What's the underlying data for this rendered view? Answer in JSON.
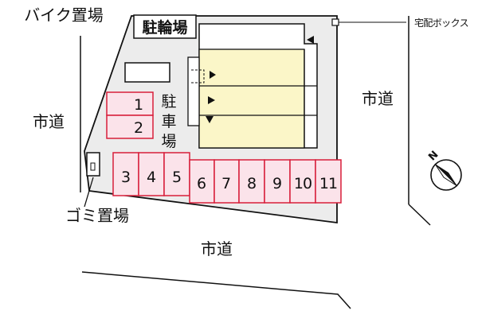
{
  "labels": {
    "bike_parking": "バイク置場",
    "bicycle_parking": "駐輪場",
    "delivery_box": "宅配ボックス",
    "parking_lot_vertical": [
      "駐",
      "車",
      "場"
    ],
    "city_road_left": "市道",
    "city_road_right": "市道",
    "city_road_bottom": "市道",
    "garbage_area": "ゴミ置場",
    "north_mark": "N"
  },
  "parking_spaces": [
    "1",
    "2",
    "3",
    "4",
    "5",
    "6",
    "7",
    "8",
    "9",
    "10",
    "11"
  ],
  "colors": {
    "parking_fill": "#fbe3ea",
    "parking_border": "#d81e3a",
    "site_fill": "#ececec",
    "building_fill": "#fbf6c8",
    "line": "#111111"
  }
}
